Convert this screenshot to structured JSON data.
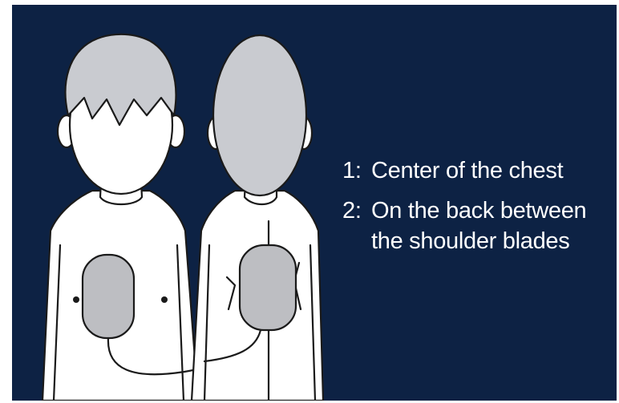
{
  "instructions": [
    {
      "number": "1:",
      "text": "Center of the chest"
    },
    {
      "number": "2:",
      "text": "On the back between the shoulder blades"
    }
  ],
  "colors": {
    "background": "#0d2244",
    "body": "#ffffff",
    "hair": "#c9cbd0",
    "pad": "#bdbec2",
    "outline": "#1a1a1a",
    "text": "#ffffff"
  }
}
